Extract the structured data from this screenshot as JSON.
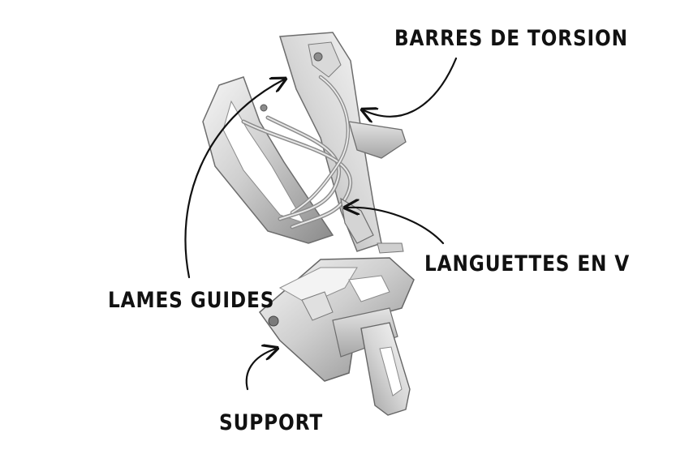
{
  "labels": {
    "torsion_bars": "BARRES DE TORSION",
    "v_tabs": "LANGUETTES EN V",
    "guide_blades": "LAMES GUIDES",
    "support": "SUPPORT"
  },
  "colors": {
    "background": "#ffffff",
    "ink": "#111111",
    "steel_light": "#eeeeee",
    "steel_mid": "#c4c4c4",
    "steel_dark": "#7c7c7c"
  }
}
